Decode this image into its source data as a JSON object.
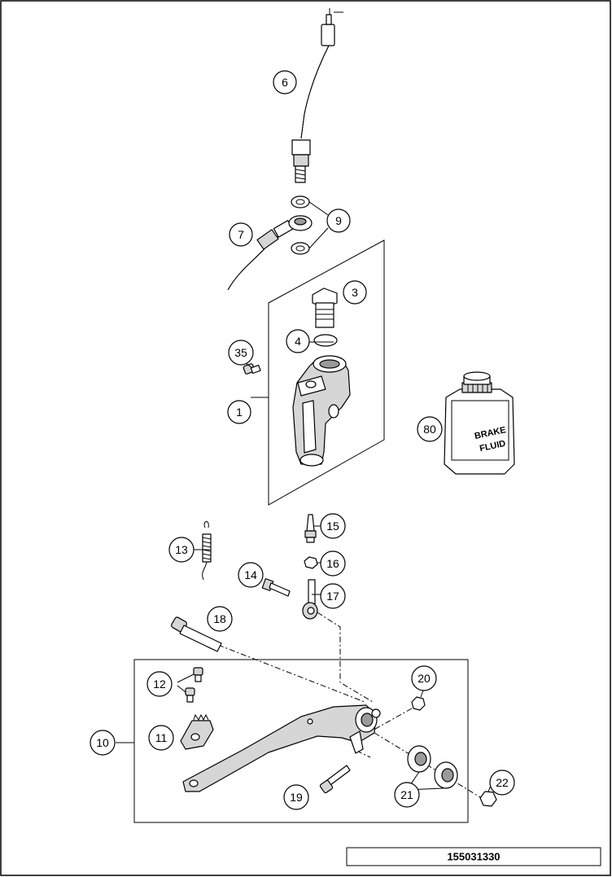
{
  "callouts": [
    "1",
    "3",
    "4",
    "6",
    "7",
    "9",
    "10",
    "11",
    "12",
    "13",
    "14",
    "15",
    "16",
    "17",
    "18",
    "19",
    "20",
    "21",
    "22",
    "35",
    "80"
  ],
  "bottle_label": [
    "BRAKE",
    "FLUID"
  ],
  "diagram_code": "155031330"
}
